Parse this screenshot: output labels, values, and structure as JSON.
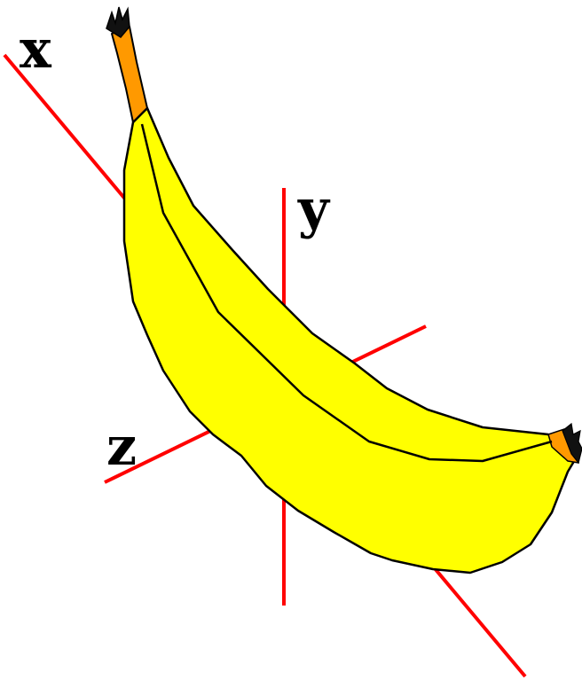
{
  "axes": {
    "x_label": "x",
    "y_label": "y",
    "z_label": "z",
    "color": "#ff0000"
  },
  "banana": {
    "body_color": "#ffff00",
    "outline_color": "#000000",
    "stem_color": "#ff9900",
    "tip_color": "#000000"
  }
}
